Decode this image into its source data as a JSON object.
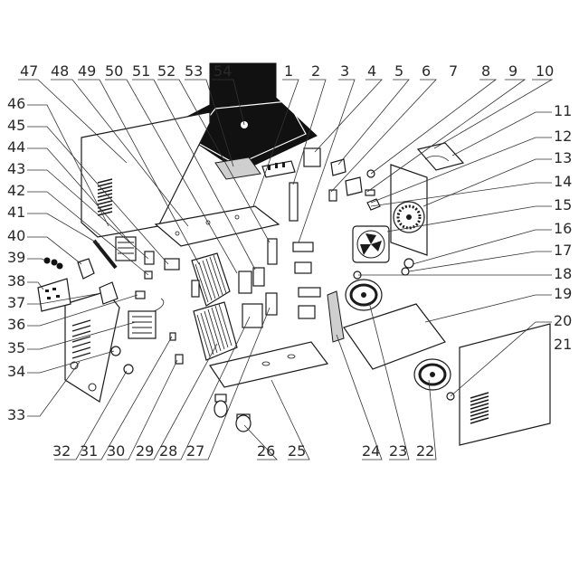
{
  "diagram": {
    "callouts_top": [
      "47",
      "48",
      "49",
      "50",
      "51",
      "52",
      "53",
      "54",
      "1",
      "2",
      "3",
      "4",
      "5",
      "6",
      "7",
      "8",
      "9",
      "10"
    ],
    "callouts_right": [
      "11",
      "12",
      "13",
      "14",
      "15",
      "16",
      "17",
      "18",
      "19",
      "20",
      "21"
    ],
    "callouts_left": [
      "46",
      "45",
      "44",
      "43",
      "42",
      "41",
      "40",
      "39",
      "38",
      "37",
      "36",
      "35",
      "34",
      "33"
    ],
    "callouts_bottom": [
      "32",
      "31",
      "30",
      "29",
      "28",
      "27",
      "26",
      "25",
      "24",
      "23",
      "22"
    ]
  }
}
